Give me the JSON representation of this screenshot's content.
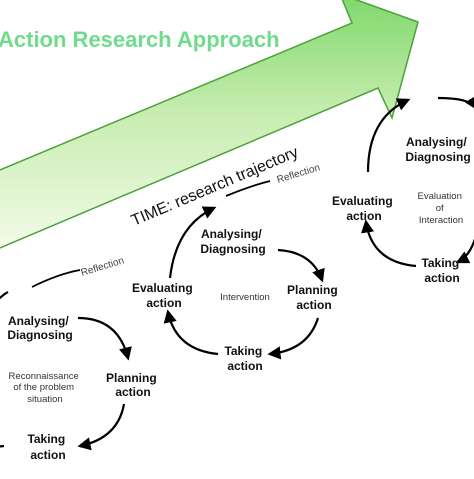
{
  "title": "Action Research Approach",
  "colors": {
    "title": "#6fdc8c",
    "arrow_fill_dark": "#7dd86a",
    "arrow_fill_light": "#f4fbe9",
    "arrow_stroke": "#4aa33a",
    "line": "#000000"
  },
  "time_arrow_label": "TIME: research trajectory",
  "reflection_label": "Reflection",
  "cycles": [
    {
      "analysing": [
        "Analysing/",
        "Diagnosing"
      ],
      "planning": [
        "Planning",
        "action"
      ],
      "taking": [
        "Taking",
        "action"
      ],
      "center_note": [
        "Reconnaissance",
        "of the problem",
        "situation"
      ]
    },
    {
      "evaluating": [
        "Evaluating",
        "action"
      ],
      "analysing": [
        "Analysing/",
        "Diagnosing"
      ],
      "planning": [
        "Planning",
        "action"
      ],
      "taking": [
        "Taking",
        "action"
      ],
      "center_note": [
        "Intervention"
      ]
    },
    {
      "evaluating": [
        "Evaluating",
        "action"
      ],
      "analysing": [
        "Analysing/",
        "Diagnosing"
      ],
      "taking": [
        "Taking",
        "action"
      ],
      "center_note": [
        "Evaluation",
        "of",
        "Interaction"
      ]
    }
  ]
}
